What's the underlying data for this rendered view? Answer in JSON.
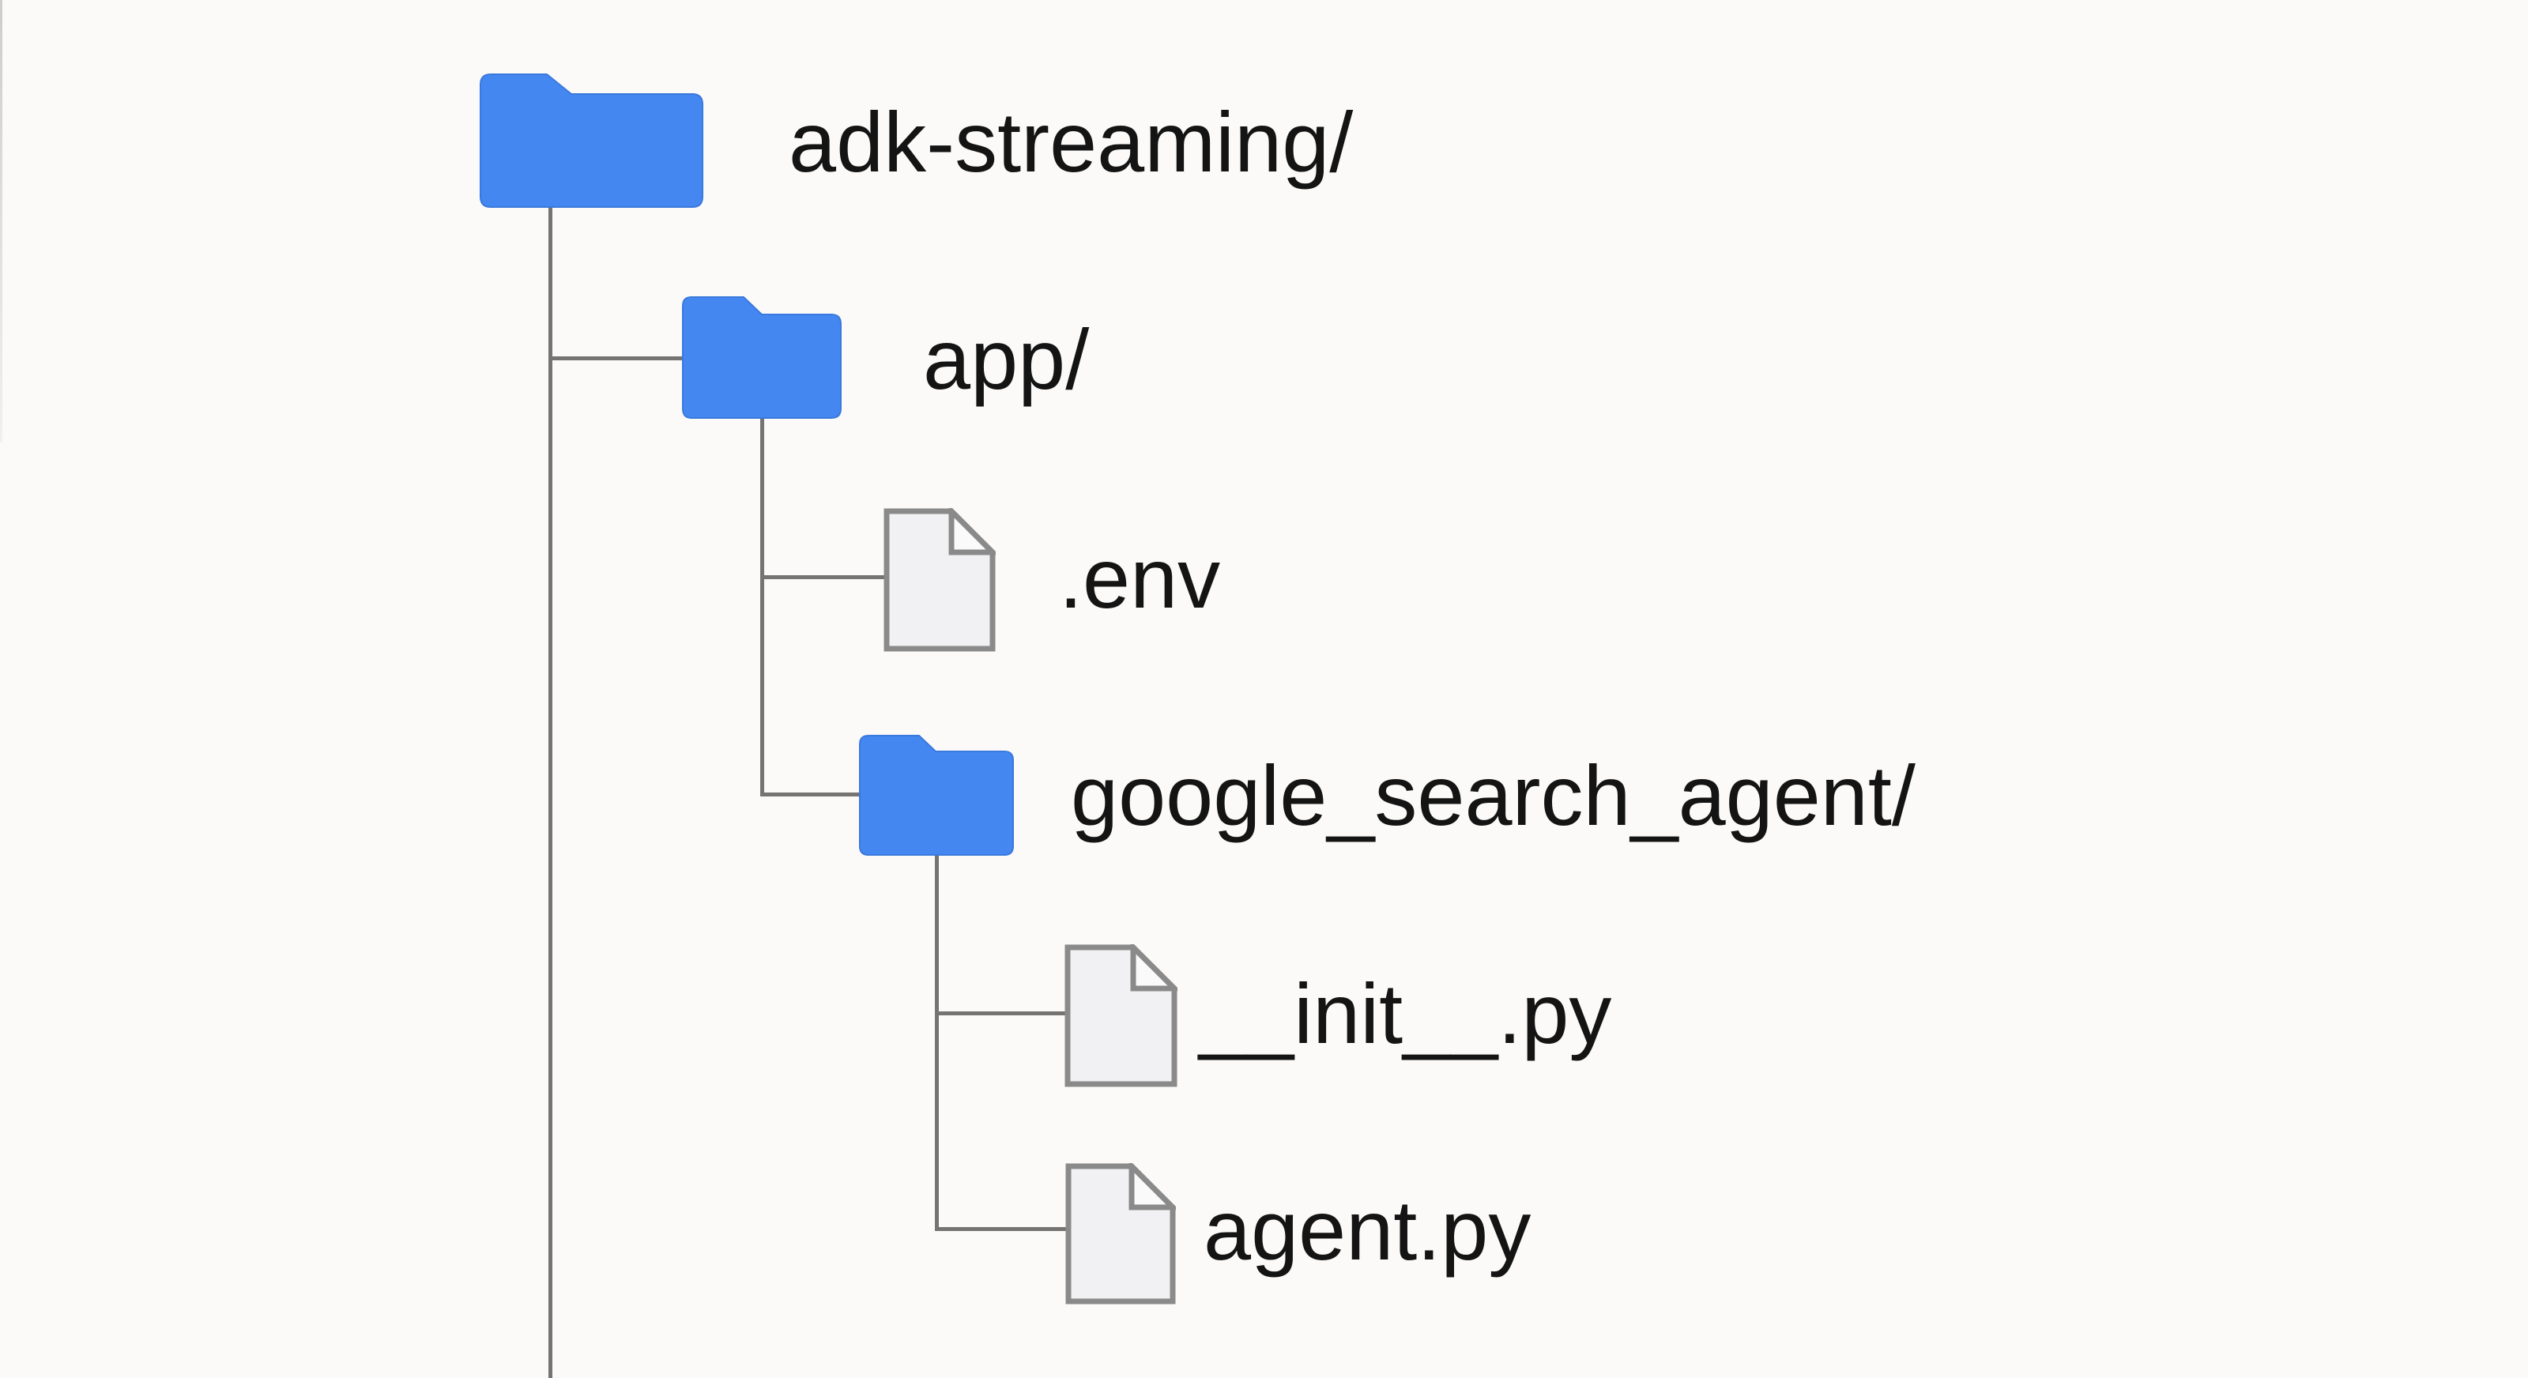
{
  "diagram": {
    "kind": "file-tree",
    "nodes": [
      {
        "id": "adk-streaming",
        "label": "adk-streaming/",
        "type": "folder",
        "depth": 0,
        "parent": null
      },
      {
        "id": "app",
        "label": "app/",
        "type": "folder",
        "depth": 1,
        "parent": "adk-streaming"
      },
      {
        "id": "env",
        "label": ".env",
        "type": "file",
        "depth": 2,
        "parent": "app"
      },
      {
        "id": "google_search_agent",
        "label": "google_search_agent/",
        "type": "folder",
        "depth": 2,
        "parent": "app"
      },
      {
        "id": "init",
        "label": "__init__.py",
        "type": "file",
        "depth": 3,
        "parent": "google_search_agent"
      },
      {
        "id": "agent",
        "label": "agent.py",
        "type": "file",
        "depth": 3,
        "parent": "google_search_agent"
      }
    ],
    "colors": {
      "folder_color": "#4487f0",
      "folder_edge": "#3a79dd",
      "file_fill": "#f1f1f3",
      "file_fold": "#fafafa",
      "file_border": "#8a8a8a",
      "line_color": "#757473",
      "text_color": "#141414",
      "background": "#fbfaf8"
    }
  }
}
